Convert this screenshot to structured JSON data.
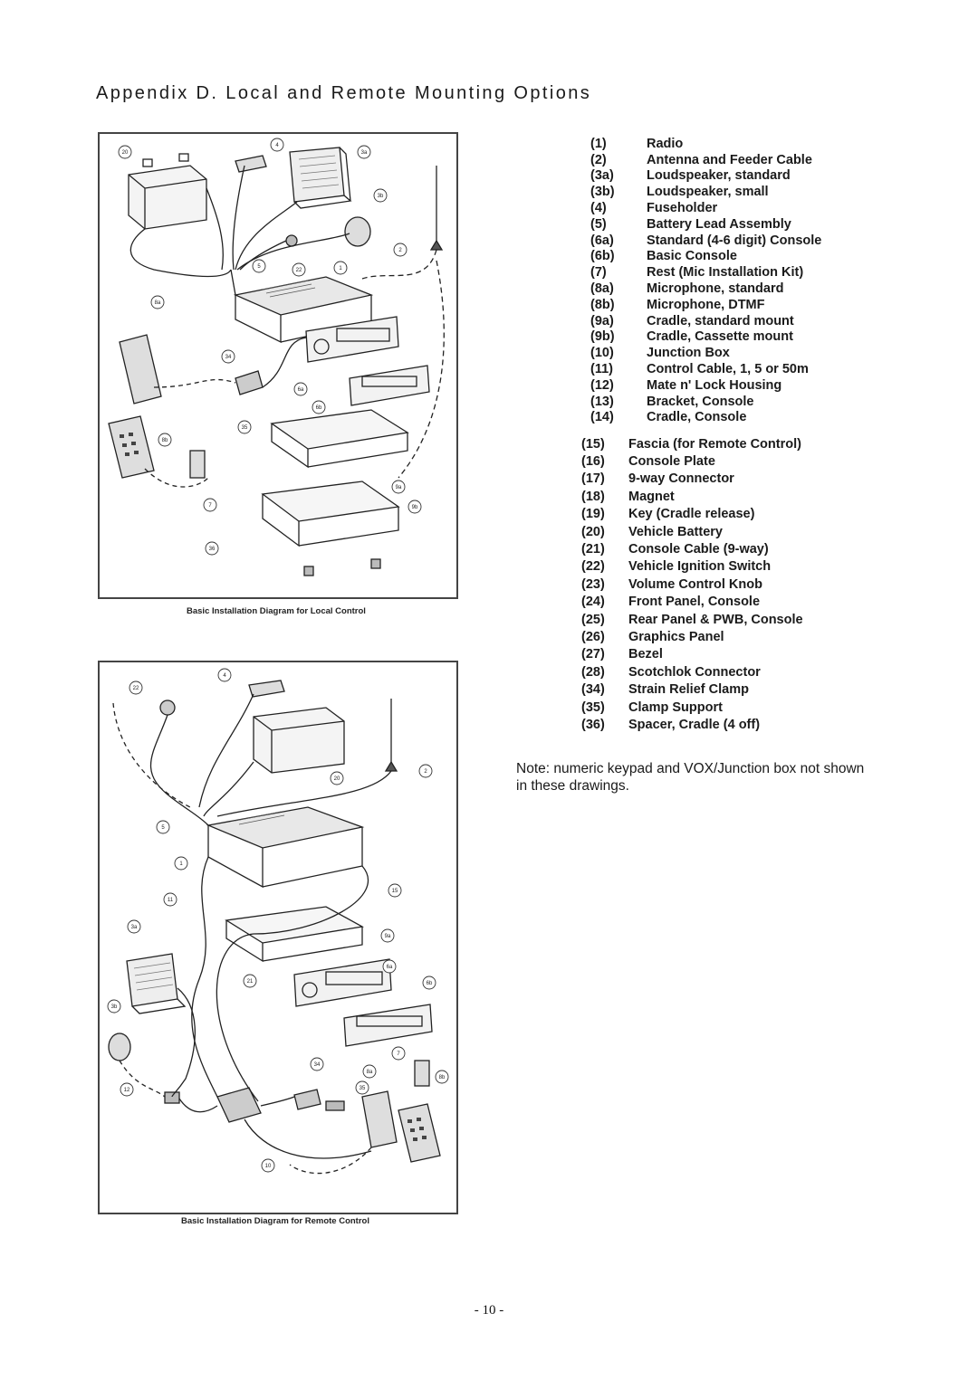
{
  "page": {
    "title": "Appendix D.  Local and Remote Mounting Options",
    "page_number": "- 10 -"
  },
  "diagrams": {
    "local": {
      "caption": "Basic Installation Diagram for Local Control",
      "callouts": [
        "20",
        "4",
        "3a",
        "3b",
        "2",
        "5",
        "22",
        "1",
        "8a",
        "34",
        "6a",
        "6b",
        "35",
        "8b",
        "7",
        "9a",
        "9b",
        "36"
      ]
    },
    "remote": {
      "caption": "Basic Installation Diagram for Remote Control",
      "callouts": [
        "22",
        "4",
        "2",
        "20",
        "5",
        "1",
        "15",
        "11",
        "3a",
        "9a",
        "6a",
        "21",
        "6b",
        "3b",
        "7",
        "34",
        "8a",
        "35",
        "8b",
        "12",
        "10"
      ]
    }
  },
  "parts_list": {
    "group_a": [
      {
        "num": "(1)",
        "label": "Radio"
      },
      {
        "num": "(2)",
        "label": "Antenna and Feeder Cable"
      },
      {
        "num": "(3a)",
        "label": "Loudspeaker, standard"
      },
      {
        "num": "(3b)",
        "label": "Loudspeaker, small"
      },
      {
        "num": "(4)",
        "label": "Fuseholder"
      },
      {
        "num": "(5)",
        "label": "Battery Lead Assembly"
      },
      {
        "num": "(6a)",
        "label": "Standard (4-6 digit) Console"
      },
      {
        "num": "(6b)",
        "label": "Basic Console"
      },
      {
        "num": "(7)",
        "label": "Rest (Mic Installation Kit)"
      },
      {
        "num": "(8a)",
        "label": "Microphone, standard"
      },
      {
        "num": "(8b)",
        "label": "Microphone, DTMF"
      },
      {
        "num": "(9a)",
        "label": "Cradle, standard mount"
      },
      {
        "num": "(9b)",
        "label": "Cradle, Cassette mount"
      },
      {
        "num": "(10)",
        "label": "Junction Box"
      },
      {
        "num": "(11)",
        "label": "Control Cable, 1, 5 or 50m"
      },
      {
        "num": "(12)",
        "label": "Mate n' Lock Housing"
      },
      {
        "num": "(13)",
        "label": "Bracket, Console"
      },
      {
        "num": "(14)",
        "label": "Cradle, Console"
      }
    ],
    "group_b": [
      {
        "num": "(15)",
        "label": "Fascia (for Remote Control)"
      },
      {
        "num": "(16)",
        "label": "Console Plate"
      },
      {
        "num": "(17)",
        "label": "9-way Connector"
      },
      {
        "num": "(18)",
        "label": "Magnet"
      },
      {
        "num": "(19)",
        "label": "Key (Cradle release)"
      },
      {
        "num": "(20)",
        "label": "Vehicle Battery"
      },
      {
        "num": "(21)",
        "label": "Console Cable (9-way)"
      },
      {
        "num": "(22)",
        "label": "Vehicle Ignition Switch"
      },
      {
        "num": "(23)",
        "label": "Volume Control Knob"
      },
      {
        "num": "(24)",
        "label": "Front Panel, Console"
      },
      {
        "num": "(25)",
        "label": "Rear Panel & PWB, Console"
      },
      {
        "num": "(26)",
        "label": "Graphics Panel"
      },
      {
        "num": "(27)",
        "label": "Bezel"
      },
      {
        "num": "(28)",
        "label": "Scotchlok Connector"
      },
      {
        "num": "(34)",
        "label": "Strain Relief Clamp"
      },
      {
        "num": "(35)",
        "label": "Clamp Support"
      },
      {
        "num": "(36)",
        "label": "Spacer, Cradle (4 off)"
      }
    ]
  },
  "note": "Note: numeric keypad and VOX/Junction box not shown in these drawings."
}
